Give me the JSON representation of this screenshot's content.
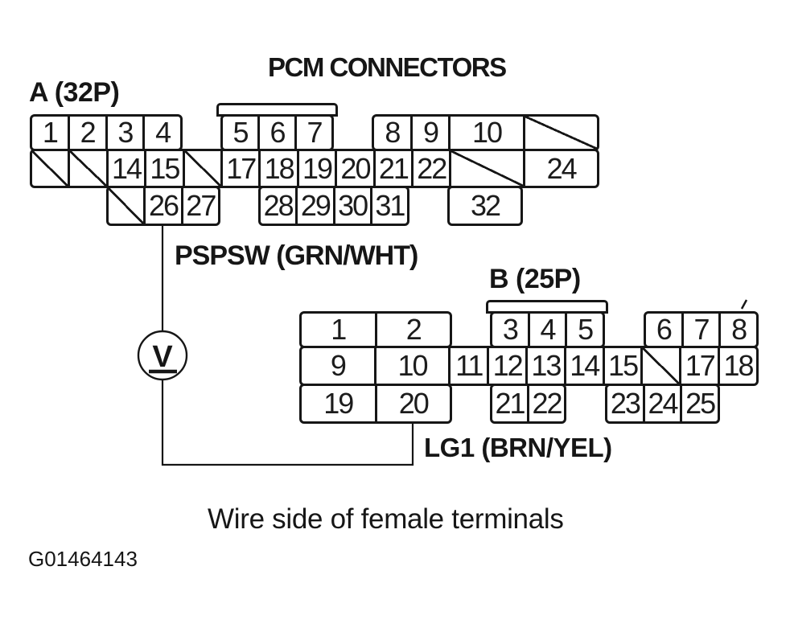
{
  "title": "PCM CONNECTORS",
  "caption": "Wire side of female terminals",
  "figure_id": "G01464143",
  "style": {
    "ink_color": "#161616",
    "background": "#ffffff"
  },
  "meter": {
    "name": "voltmeter",
    "symbol": "V"
  },
  "connector_a": {
    "label": "A (32P)",
    "wire_label": "PSPSW (GRN/WHT)",
    "rows": [
      {
        "blocks": [
          {
            "cells": [
              {
                "label": "1"
              },
              {
                "label": "2"
              },
              {
                "label": "3"
              },
              {
                "label": "4"
              }
            ]
          },
          {
            "tab": true,
            "cells": [
              {
                "label": "5"
              },
              {
                "label": "6"
              },
              {
                "label": "7"
              }
            ]
          },
          {
            "cells": [
              {
                "label": "8"
              },
              {
                "label": "9"
              },
              {
                "label": "10",
                "span": 2
              },
              {
                "diag": true,
                "span": 2
              }
            ]
          }
        ]
      },
      {
        "blocks": [
          {
            "cells": [
              {
                "diag": true
              },
              {
                "diag": true
              },
              {
                "label": "14"
              },
              {
                "label": "15"
              },
              {
                "diag": true
              },
              {
                "label": "17"
              },
              {
                "label": "18"
              },
              {
                "label": "19"
              },
              {
                "label": "20"
              },
              {
                "label": "21"
              },
              {
                "label": "22"
              },
              {
                "diag": true,
                "span": 2
              },
              {
                "label": "24",
                "span": 2
              }
            ]
          }
        ]
      },
      {
        "blocks": [
          {
            "cells": [
              {
                "diag": true
              },
              {
                "label": "26"
              },
              {
                "label": "27"
              }
            ]
          },
          {
            "cells": [
              {
                "label": "28"
              },
              {
                "label": "29"
              },
              {
                "label": "30"
              },
              {
                "label": "31"
              }
            ]
          },
          {
            "cells": [
              {
                "label": "32"
              }
            ]
          }
        ]
      }
    ]
  },
  "connector_b": {
    "label": "B (25P)",
    "wire_label": "LG1 (BRN/YEL)",
    "rows": [
      {
        "blocks": [
          {
            "cells": [
              {
                "label": "1",
                "span": 2
              },
              {
                "label": "2",
                "span": 2
              }
            ]
          },
          {
            "tab": true,
            "cells": [
              {
                "label": "3"
              },
              {
                "label": "4"
              },
              {
                "label": "5"
              }
            ]
          },
          {
            "cells": [
              {
                "label": "6"
              },
              {
                "label": "7"
              },
              {
                "label": "8"
              }
            ]
          }
        ]
      },
      {
        "blocks": [
          {
            "cells": [
              {
                "label": "9",
                "span": 2
              },
              {
                "label": "10",
                "span": 2
              },
              {
                "label": "11"
              },
              {
                "label": "12"
              },
              {
                "label": "13"
              },
              {
                "label": "14"
              },
              {
                "label": "15"
              },
              {
                "diag": true
              },
              {
                "label": "17"
              },
              {
                "label": "18"
              }
            ]
          }
        ]
      },
      {
        "blocks": [
          {
            "cells": [
              {
                "label": "19",
                "span": 2
              },
              {
                "label": "20",
                "span": 2
              }
            ]
          },
          {
            "cells": [
              {
                "label": "21"
              },
              {
                "label": "22"
              }
            ]
          },
          {
            "cells": [
              {
                "label": "23"
              },
              {
                "label": "24"
              },
              {
                "label": "25"
              }
            ]
          }
        ]
      }
    ]
  }
}
